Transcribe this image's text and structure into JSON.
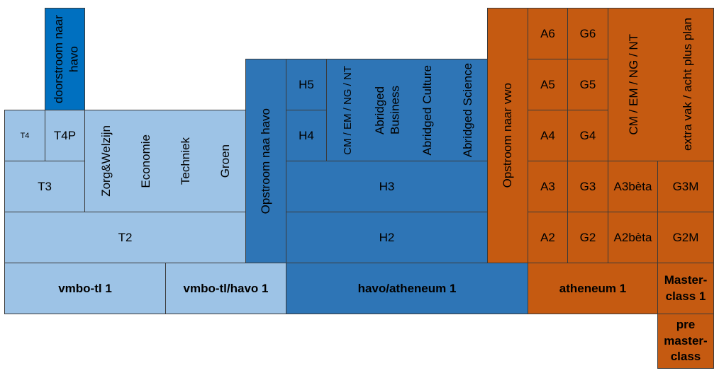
{
  "blocks": {
    "doorstroom": "doorstroom naar havo",
    "t4": "T4",
    "t4p": "T4P",
    "t3": "T3",
    "zorg": "Zorg&Welzijn",
    "economie": "Economie",
    "techniek": "Techniek",
    "groen": "Groen",
    "t2": "T2",
    "opstroom_havo": "Opstroom naa havo",
    "h5": "H5",
    "h4": "H4",
    "cm_havo": "CM / EM / NG / NT",
    "abridged_business": "Abridged\nBusiness",
    "abridged_culture": "Abridged Culture",
    "abridged_science": "Abridged Science",
    "h3": "H3",
    "h2": "H2",
    "opstroom_vwo": "Opstroom naar vwo",
    "a6": "A6",
    "g6": "G6",
    "a5": "A5",
    "g5": "G5",
    "a4": "A4",
    "g4": "G4",
    "a3": "A3",
    "g3": "G3",
    "a2": "A2",
    "g2": "G2",
    "cm_vwo": "CM / EM / NG / NT",
    "extra_vak": "extra vak / acht plus plan",
    "a3beta": "A3bèta",
    "g3m": "G3M",
    "a2beta": "A2bèta",
    "g2m": "G2M"
  },
  "entry": {
    "vmbo_tl": "vmbo-tl 1",
    "vmbo_tl_havo": "vmbo-tl/havo 1",
    "havo_atheneum": "havo/atheneum 1",
    "atheneum": "atheneum 1",
    "masterclass": "Master-\nclass 1",
    "pre_masterclass": "pre\nmaster-\nclass"
  },
  "colors": {
    "vmbo_light_blue": "#9dc3e6",
    "havo_blue": "#2e75b6",
    "doorstroom_blue": "#0070c0",
    "vwo_orange": "#c55a11"
  }
}
